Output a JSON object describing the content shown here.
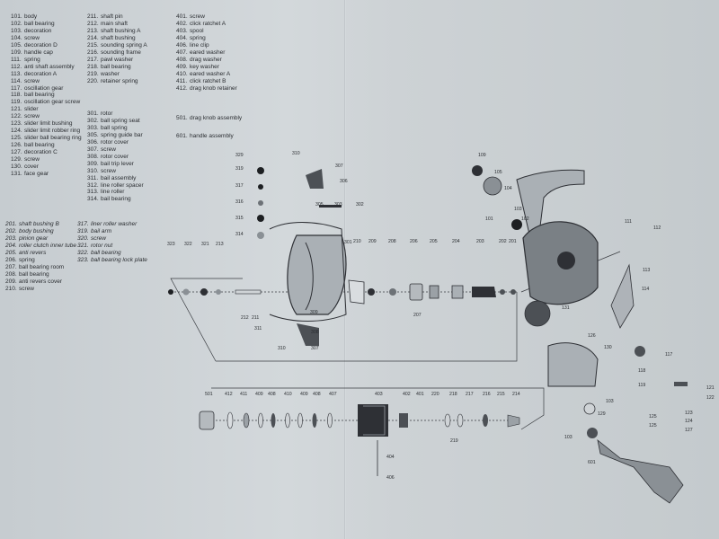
{
  "parts_list": {
    "col1": [
      {
        "no": "101.",
        "name": "body"
      },
      {
        "no": "102.",
        "name": "ball bearing"
      },
      {
        "no": "103.",
        "name": "decoration"
      },
      {
        "no": "104.",
        "name": "screw"
      },
      {
        "no": "105.",
        "name": "decoration D"
      },
      {
        "no": "109.",
        "name": "handle cap"
      },
      {
        "no": "111.",
        "name": "spring"
      },
      {
        "no": "112.",
        "name": "anti shaft assembly"
      },
      {
        "no": "113.",
        "name": "decoration A"
      },
      {
        "no": "114.",
        "name": "screw"
      },
      {
        "no": "117.",
        "name": "oscillation gear"
      },
      {
        "no": "118.",
        "name": "ball bearing"
      },
      {
        "no": "119.",
        "name": "oscillation gear screw"
      },
      {
        "no": "121.",
        "name": "slider"
      },
      {
        "no": "122.",
        "name": "screw"
      },
      {
        "no": "123.",
        "name": "slider limit bushing"
      },
      {
        "no": "124.",
        "name": "slider limit robber ring"
      },
      {
        "no": "125.",
        "name": "slider ball bearing ring"
      },
      {
        "no": "126.",
        "name": "ball bearing"
      },
      {
        "no": "127.",
        "name": "decoration C"
      },
      {
        "no": "129.",
        "name": "screw"
      },
      {
        "no": "130.",
        "name": "cover"
      },
      {
        "no": "131.",
        "name": "face gear"
      }
    ],
    "col1_italic": [
      {
        "no": "201.",
        "name": "shaft bushing B"
      },
      {
        "no": "202.",
        "name": "body bushing"
      },
      {
        "no": "203.",
        "name": "pinion gear"
      },
      {
        "no": "204.",
        "name": "roller clutch inner tube"
      },
      {
        "no": "205.",
        "name": "anti revers"
      }
    ],
    "col1_plain": [
      {
        "no": "206.",
        "name": "spring"
      },
      {
        "no": "207.",
        "name": "ball bearing room"
      },
      {
        "no": "208.",
        "name": "ball bearing"
      },
      {
        "no": "209.",
        "name": "anti revers cover"
      },
      {
        "no": "210.",
        "name": "screw"
      }
    ],
    "col2": [
      {
        "no": "211.",
        "name": "shaft pin"
      },
      {
        "no": "212.",
        "name": "main shaft"
      },
      {
        "no": "213.",
        "name": "shaft bushing A"
      },
      {
        "no": "214.",
        "name": "shaft bushing"
      },
      {
        "no": "215.",
        "name": "sounding spring A"
      },
      {
        "no": "216.",
        "name": "sounding frame"
      },
      {
        "no": "217.",
        "name": "pawl washer"
      },
      {
        "no": "218.",
        "name": "ball bearing"
      },
      {
        "no": "219.",
        "name": "washer"
      },
      {
        "no": "220.",
        "name": "retainer spring"
      }
    ],
    "col2_b": [
      {
        "no": "301.",
        "name": "rotor"
      },
      {
        "no": "302.",
        "name": "ball spring seat"
      },
      {
        "no": "303.",
        "name": "ball spring"
      },
      {
        "no": "305.",
        "name": "spring guide bar"
      },
      {
        "no": "306.",
        "name": "rotor cover"
      },
      {
        "no": "307.",
        "name": "screw"
      },
      {
        "no": "308.",
        "name": "rotor cover"
      },
      {
        "no": "309.",
        "name": "bail trip lever"
      },
      {
        "no": "310.",
        "name": "screw"
      },
      {
        "no": "311.",
        "name": "bail assembly"
      },
      {
        "no": "312.",
        "name": "line roller spacer"
      },
      {
        "no": "313.",
        "name": "line roller"
      },
      {
        "no": "314.",
        "name": "bail bearing"
      }
    ],
    "col2_c": [
      {
        "no": "317.",
        "name": "liner roller washer"
      },
      {
        "no": "319.",
        "name": "bail arm"
      },
      {
        "no": "320.",
        "name": "screw"
      },
      {
        "no": "321.",
        "name": "rotor nut"
      },
      {
        "no": "322.",
        "name": "ball bearing"
      },
      {
        "no": "323.",
        "name": "ball bearing lock plate"
      }
    ],
    "col3": [
      {
        "no": "401.",
        "name": "screw"
      },
      {
        "no": "402.",
        "name": "click ratchet A"
      },
      {
        "no": "403.",
        "name": "spool"
      },
      {
        "no": "404.",
        "name": "spring"
      },
      {
        "no": "406.",
        "name": "line clip"
      },
      {
        "no": "407.",
        "name": "eared washer"
      },
      {
        "no": "408.",
        "name": "drag washer"
      },
      {
        "no": "409.",
        "name": "key washer"
      },
      {
        "no": "410.",
        "name": "eared washer A"
      },
      {
        "no": "411.",
        "name": "click ratchet B"
      },
      {
        "no": "412.",
        "name": "drag knob retainer"
      }
    ],
    "col3_b": [
      {
        "no": "501.",
        "name": "drag knob assembly"
      }
    ],
    "col3_c": [
      {
        "no": "601.",
        "name": "handle assembly"
      }
    ]
  },
  "callouts": {
    "rotor_area": [
      "329",
      "310",
      "319",
      "317",
      "316",
      "315",
      "314",
      "307",
      "306",
      "305",
      "303",
      "302",
      "301",
      "323",
      "322",
      "321",
      "213",
      "212",
      "211",
      "311",
      "309",
      "308",
      "307",
      "310"
    ],
    "shaft_area": [
      "210",
      "209",
      "208",
      "206",
      "205",
      "204",
      "203",
      "202",
      "201",
      "207"
    ],
    "body_area": [
      "109",
      "105",
      "104",
      "103",
      "101",
      "102",
      "111",
      "112",
      "113",
      "114",
      "131",
      "126",
      "130",
      "117",
      "118",
      "119",
      "129",
      "103",
      "121",
      "122",
      "123",
      "124",
      "125",
      "125",
      "127",
      "103",
      "601"
    ],
    "spool_area": [
      "501",
      "412",
      "411",
      "409",
      "408",
      "410",
      "409",
      "408",
      "407",
      "403",
      "402",
      "401",
      "220",
      "218",
      "217",
      "216",
      "215",
      "214",
      "219",
      "404",
      "406"
    ]
  }
}
